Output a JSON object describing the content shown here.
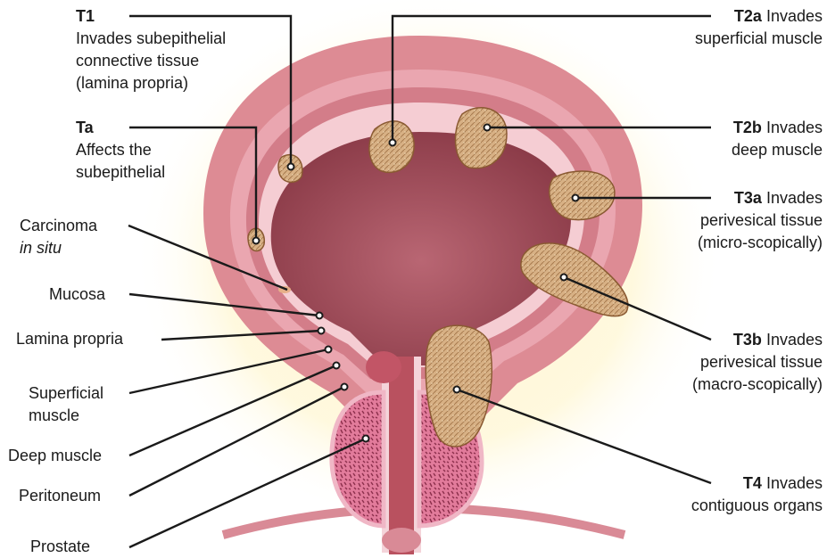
{
  "stages": {
    "t1": {
      "code": "T1",
      "lines": [
        "Invades subepithelial",
        "connective tissue",
        "(lamina propria)"
      ]
    },
    "ta": {
      "code": "Ta",
      "lines": [
        "Affects the",
        "subepithelial"
      ]
    },
    "t2a": {
      "code": "T2a",
      "inline": "Invades",
      "lines": [
        "superficial muscle"
      ]
    },
    "t2b": {
      "code": "T2b",
      "inline": "Invades",
      "lines": [
        "deep muscle"
      ]
    },
    "t3a": {
      "code": "T3a",
      "inline": "Invades",
      "lines": [
        "perivesical tissue",
        "(micro-scopically)"
      ]
    },
    "t3b": {
      "code": "T3b",
      "inline": "Invades",
      "lines": [
        "perivesical tissue",
        "(macro-scopically)"
      ]
    },
    "t4": {
      "code": "T4",
      "inline": "Invades",
      "lines": [
        "contiguous organs"
      ]
    }
  },
  "anatomy": {
    "cis_line1": "Carcinoma",
    "cis_line2": "in situ",
    "mucosa": "Mucosa",
    "lamina": "Lamina propria",
    "superficial_1": "Superficial",
    "superficial_2": "muscle",
    "deep": "Deep muscle",
    "peritoneum": "Peritoneum",
    "prostate": "Prostate"
  },
  "colors": {
    "outer_wall": "#d9848b",
    "muscle": "#e6a3ac",
    "mucosa": "#f3c6cd",
    "lumen": "#9c4753",
    "tumor": "#cfa57a",
    "prostate": "#d9698a",
    "glow": "#fff3c2",
    "leader": "#1a1a1a"
  }
}
